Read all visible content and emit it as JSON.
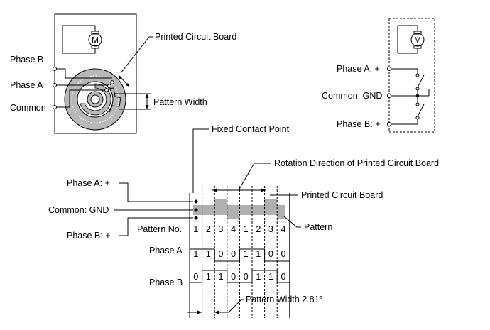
{
  "top_left": {
    "motor_letter": "M",
    "phase_b": "Phase B",
    "phase_a": "Phase A",
    "common": "Common",
    "pcb_label": "Printed Circuit Board",
    "pattern_width_label": "Pattern Width"
  },
  "top_right": {
    "motor_letter": "M",
    "phase_a": "Phase A: +",
    "common": "Common: GND",
    "phase_b": "Phase B: +"
  },
  "timing": {
    "fixed_contact": "Fixed Contact Point",
    "rotation_direction": "Rotation Direction of Printed Circuit Board",
    "pcb_label": "Printed Circuit Board",
    "phase_a_plus": "Phase A: +",
    "common_gnd": "Common: GND",
    "phase_b_plus": "Phase B: +",
    "pattern_no_label": "Pattern No.",
    "pattern_label": "Pattern",
    "pattern_numbers": [
      "1",
      "2",
      "3",
      "4",
      "1",
      "2",
      "3",
      "4"
    ],
    "phase_a_label": "Phase A",
    "phase_a_values": [
      "1",
      "1",
      "0",
      "0",
      "1",
      "1",
      "0",
      "0"
    ],
    "phase_b_label": "Phase B",
    "phase_b_values": [
      "0",
      "1",
      "1",
      "0",
      "0",
      "1",
      "1",
      "0"
    ],
    "pattern_width": "Pattern Width 2.81°"
  }
}
